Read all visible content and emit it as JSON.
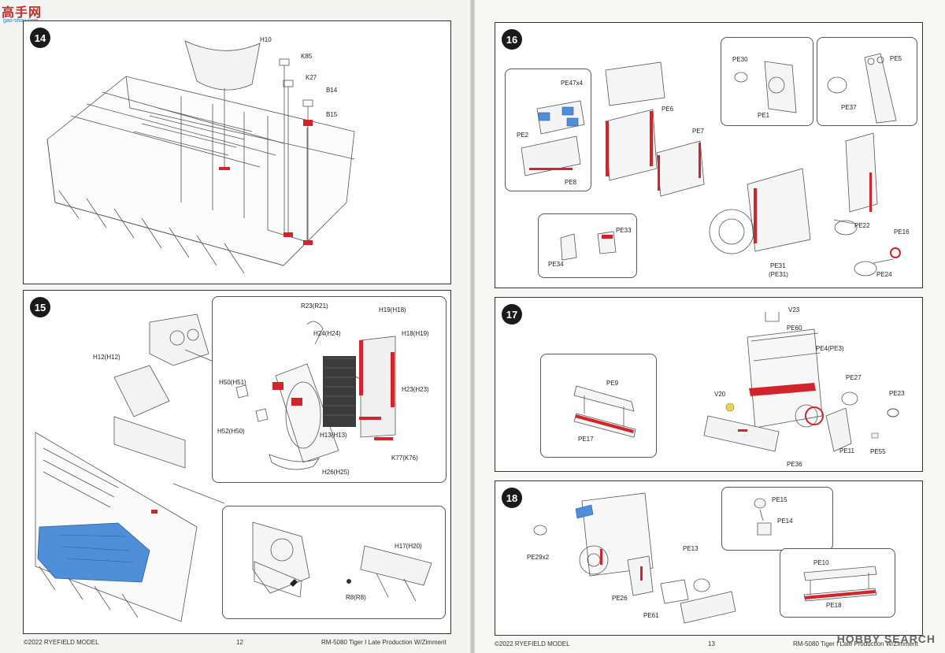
{
  "site_logo": {
    "name": "高手网",
    "url": "gao-shou.com"
  },
  "watermark": "HOBBY SEARCH",
  "colors": {
    "accent_red": "#d3242c",
    "highlight_blue": "#4f8fd9",
    "ink": "#222222"
  },
  "left_footer": {
    "copyright": "©2022 RYEFIELD MODEL",
    "page": "12",
    "title": "RM-5080 Tiger I Late Production W/Zimmerit"
  },
  "right_footer": {
    "copyright": "©2022 RYEFIELD MODEL",
    "page": "13",
    "title": "RM-5080 Tiger I Late Production W/Zimmerit"
  },
  "steps": {
    "s14": {
      "number": "14",
      "labels": {
        "h10": "H10",
        "k85": "K85",
        "k27": "K27",
        "b14": "B14",
        "b15": "B15"
      }
    },
    "s15": {
      "number": "15",
      "labels": {
        "h12": "H12(H12)",
        "r23": "R23(R21)",
        "h19": "H19(H18)",
        "h24": "H24(H24)",
        "h18": "H18(H19)",
        "h50": "H50(H51)",
        "h23": "H23(H23)",
        "h52": "H52(H50)",
        "h13": "H13(H13)",
        "k77": "K77(K76)",
        "h26": "H26(H25)",
        "h17": "H17(H20)",
        "r8": "R8(R8)"
      }
    },
    "s16": {
      "number": "16",
      "labels": {
        "pe47": "PE47x4",
        "pe2": "PE2",
        "pe8": "PE8",
        "pe6": "PE6",
        "pe7": "PE7",
        "pe30": "PE30",
        "pe1": "PE1",
        "pe5": "PE5",
        "pe37": "PE37",
        "pe33": "PE33",
        "pe34": "PE34",
        "pe22": "PE22",
        "pe16": "PE16",
        "pe31": "PE31",
        "pe31b": "(PE31)",
        "pe24": "PE24"
      }
    },
    "s17": {
      "number": "17",
      "labels": {
        "v23": "V23",
        "pe60": "PE60",
        "pe4": "PE4(PE3)",
        "pe27": "PE27",
        "pe23": "PE23",
        "v20": "V20",
        "pe9": "PE9",
        "pe17": "PE17",
        "pe11": "PE11",
        "pe55": "PE55",
        "pe36": "PE36"
      }
    },
    "s18": {
      "number": "18",
      "labels": {
        "pe15": "PE15",
        "pe14": "PE14",
        "pe29": "PE29x2",
        "pe13": "PE13",
        "pe10": "PE10",
        "pe18": "PE18",
        "pe26": "PE26",
        "pe61": "PE61"
      }
    }
  }
}
